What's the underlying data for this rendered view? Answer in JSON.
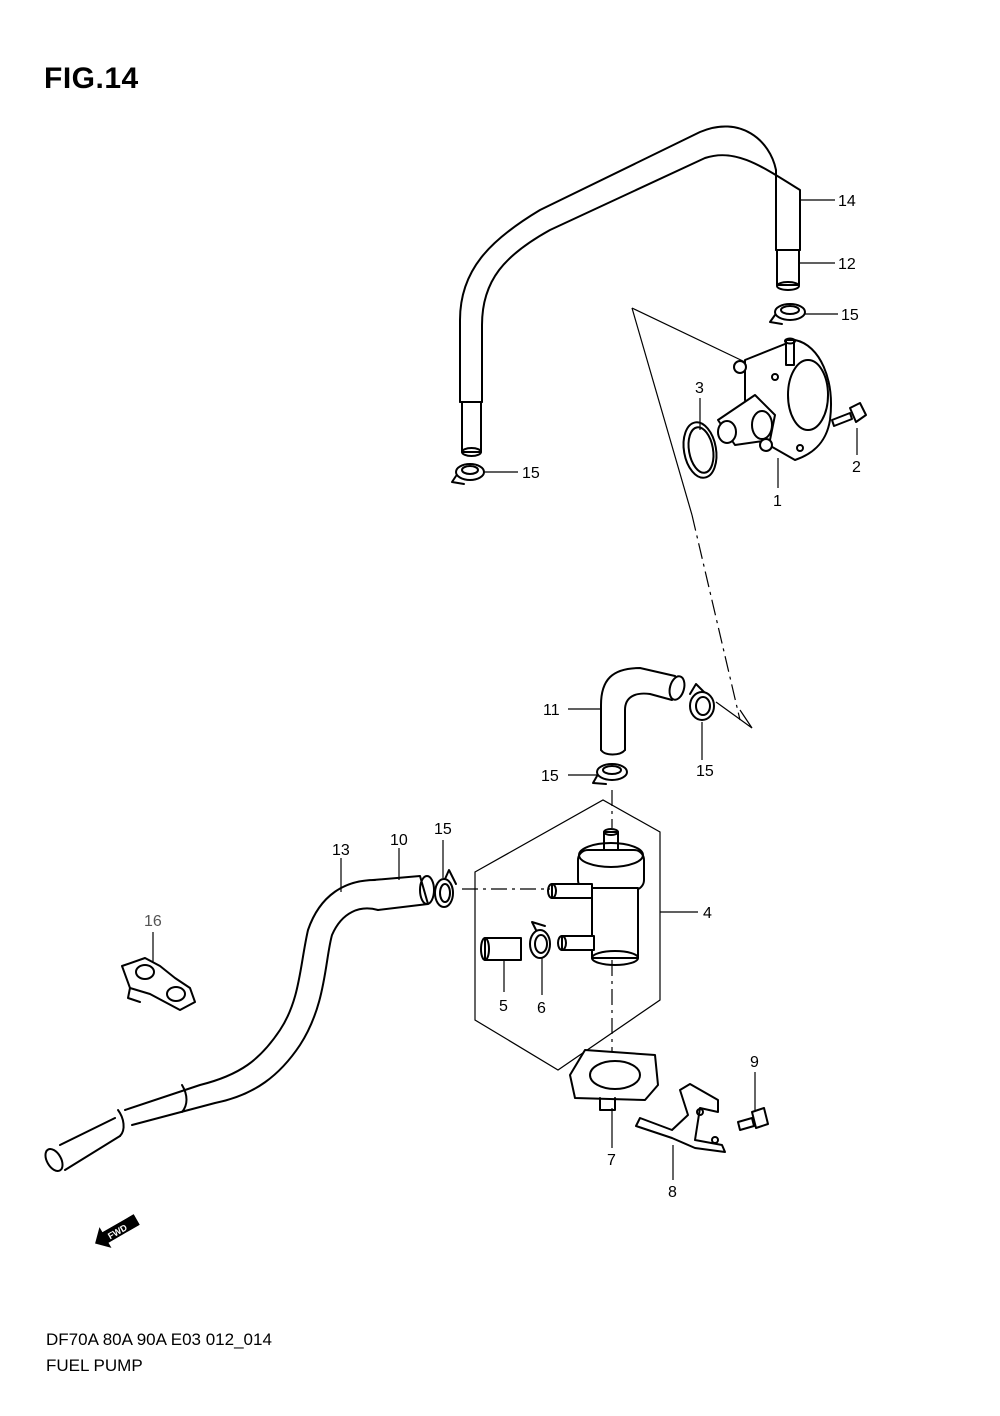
{
  "figure": {
    "title": "FIG.14",
    "model_code": "DF70A 80A 90A E03 012_014",
    "name": "FUEL PUMP",
    "fwd_label": "FWD"
  },
  "callouts": {
    "c1": "1",
    "c2": "2",
    "c3": "3",
    "c4": "4",
    "c5": "5",
    "c6": "6",
    "c7": "7",
    "c8": "8",
    "c9": "9",
    "c10": "10",
    "c11": "11",
    "c12": "12",
    "c13": "13",
    "c14": "14",
    "c15a": "15",
    "c15b": "15",
    "c15c": "15",
    "c15d": "15",
    "c15e": "15",
    "c16": "16"
  },
  "icons": {
    "fwd": "fwd-arrow-icon"
  }
}
